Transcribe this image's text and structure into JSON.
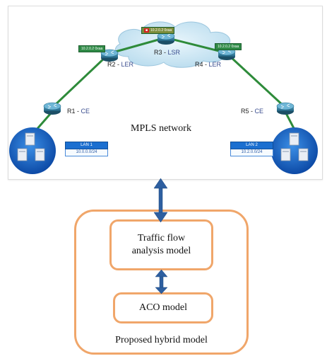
{
  "network": {
    "title": "MPLS network",
    "routers": [
      {
        "id": "R1",
        "role": "CE"
      },
      {
        "id": "R2",
        "role": "LER"
      },
      {
        "id": "R3",
        "role": "LSR"
      },
      {
        "id": "R4",
        "role": "LER"
      },
      {
        "id": "R5",
        "role": "CE"
      }
    ],
    "lans": [
      {
        "name": "LAN 1",
        "address": "10.0.0.0/24"
      },
      {
        "name": "LAN 2",
        "address": "10.2.0.0/24"
      }
    ],
    "link_tags": {
      "left": "10.2.0.2",
      "left_suffix": "0xaa",
      "center": "10.2.0.2",
      "center_suffix": "0xaa",
      "right": "10.2.0.2",
      "right_suffix": "0xaa"
    },
    "separator": " - "
  },
  "model": {
    "traffic_line1": "Traffic flow",
    "traffic_line2": "analysis model",
    "aco": "ACO model",
    "caption": "Proposed hybrid model"
  },
  "colors": {
    "link": "#2e8b3a",
    "router": "#2b6f8e",
    "cloud": "#cfe6f3",
    "orange": "#f0a66a",
    "arrow": "#2e5fa0"
  },
  "icons": [
    "router-icon",
    "cloud-icon",
    "server-cluster-icon",
    "double-arrow-icon"
  ]
}
